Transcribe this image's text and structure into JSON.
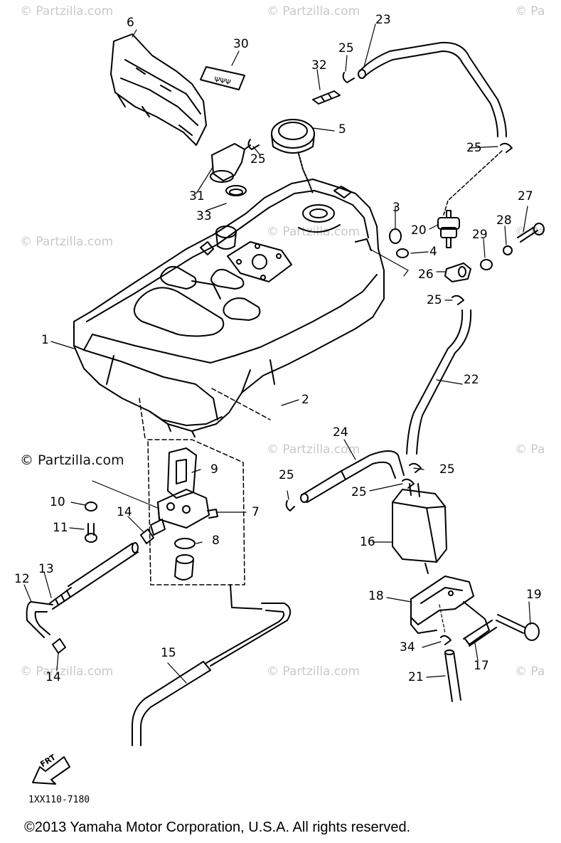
{
  "diagram": {
    "part_number_code": "1XX110-7180",
    "copyright": "©2013  Yamaha Motor Corporation, U.S.A. All rights reserved.",
    "front_arrow_label": "FRT",
    "decal_text": "ΨΨΨ",
    "watermarks": {
      "tl": "© Partzilla.com",
      "tc": "© Partzilla.com",
      "tr": "© Pa",
      "ml": "© Partzilla.com",
      "mc": "© Partzilla.com",
      "mr": "© Pa",
      "ll": "© Partzilla.com",
      "lc": "© Partzilla.com",
      "lr": "© Pa",
      "bl": "© Partzilla.com",
      "bc": "© Partzilla.com",
      "br": "© Pa",
      "strong": "© Partzilla.com"
    },
    "callouts": [
      {
        "id": "c1",
        "text": "1"
      },
      {
        "id": "c2",
        "text": "2"
      },
      {
        "id": "c3",
        "text": "3"
      },
      {
        "id": "c4",
        "text": "4"
      },
      {
        "id": "c5",
        "text": "5"
      },
      {
        "id": "c6",
        "text": "6"
      },
      {
        "id": "c7",
        "text": "7"
      },
      {
        "id": "c8",
        "text": "8"
      },
      {
        "id": "c9",
        "text": "9"
      },
      {
        "id": "c10",
        "text": "10"
      },
      {
        "id": "c11",
        "text": "11"
      },
      {
        "id": "c12",
        "text": "12"
      },
      {
        "id": "c13",
        "text": "13"
      },
      {
        "id": "c14a",
        "text": "14"
      },
      {
        "id": "c14b",
        "text": "14"
      },
      {
        "id": "c15",
        "text": "15"
      },
      {
        "id": "c16",
        "text": "16"
      },
      {
        "id": "c17",
        "text": "17"
      },
      {
        "id": "c18",
        "text": "18"
      },
      {
        "id": "c19",
        "text": "19"
      },
      {
        "id": "c20",
        "text": "20"
      },
      {
        "id": "c21",
        "text": "21"
      },
      {
        "id": "c22",
        "text": "22"
      },
      {
        "id": "c23",
        "text": "23"
      },
      {
        "id": "c24",
        "text": "24"
      },
      {
        "id": "c25a",
        "text": "25"
      },
      {
        "id": "c25b",
        "text": "25"
      },
      {
        "id": "c25c",
        "text": "25"
      },
      {
        "id": "c25d",
        "text": "25"
      },
      {
        "id": "c25e",
        "text": "25"
      },
      {
        "id": "c25f",
        "text": "25"
      },
      {
        "id": "c25g",
        "text": "25"
      },
      {
        "id": "c26",
        "text": "26"
      },
      {
        "id": "c27",
        "text": "27"
      },
      {
        "id": "c28",
        "text": "28"
      },
      {
        "id": "c29",
        "text": "29"
      },
      {
        "id": "c30",
        "text": "30"
      },
      {
        "id": "c31",
        "text": "31"
      },
      {
        "id": "c32",
        "text": "32"
      },
      {
        "id": "c33",
        "text": "33"
      },
      {
        "id": "c34",
        "text": "34"
      }
    ]
  }
}
